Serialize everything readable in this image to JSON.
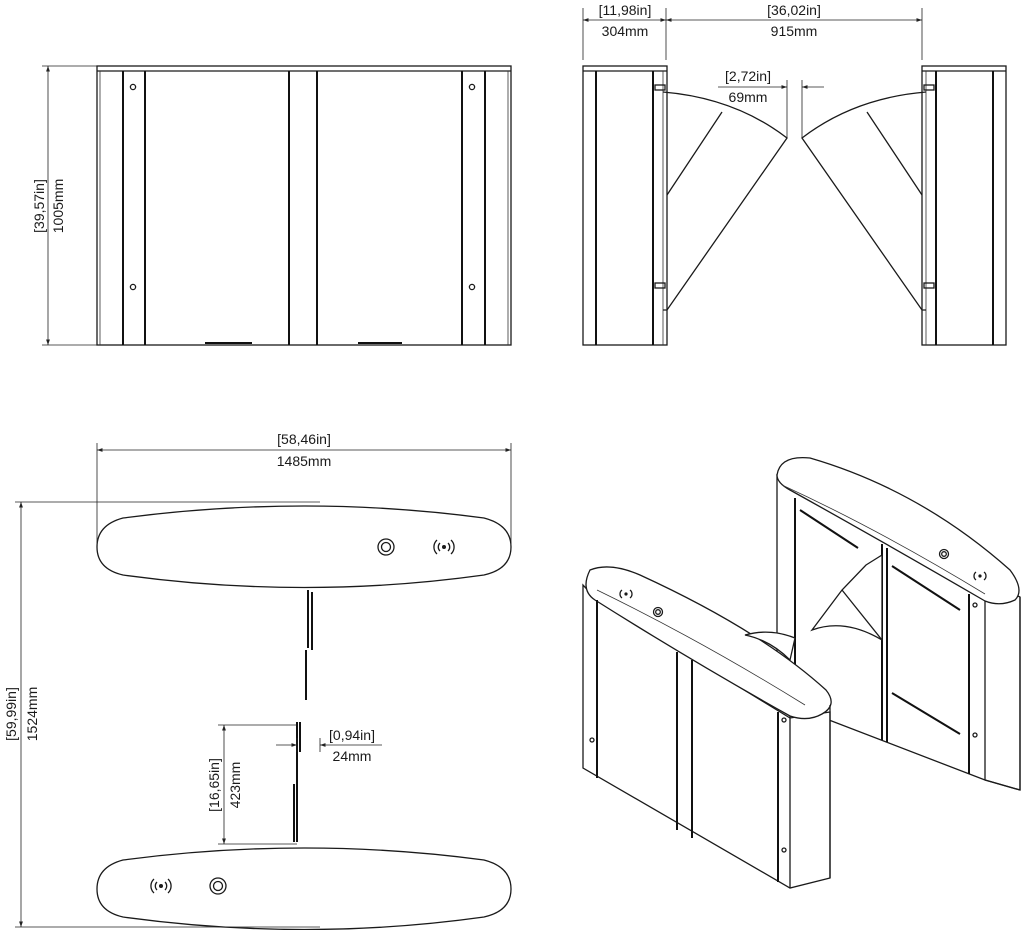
{
  "dimensions": {
    "height": {
      "imperial": "[39,57in]",
      "metric": "1005mm"
    },
    "cabinet_width": {
      "imperial": "[11,98in]",
      "metric": "304mm"
    },
    "passage_width": {
      "imperial": "[36,02in]",
      "metric": "915mm"
    },
    "wing_gap": {
      "imperial": "[2,72in]",
      "metric": "69mm"
    },
    "length": {
      "imperial": "[58,46in]",
      "metric": "1485mm"
    },
    "overall_width": {
      "imperial": "[59,99in]",
      "metric": "1524mm"
    },
    "panel_thickness": {
      "imperial": "[0,94in]",
      "metric": "24mm"
    },
    "wing_depth": {
      "imperial": "[16,65in]",
      "metric": "423mm"
    }
  },
  "colors": {
    "line": "#1a1a1a",
    "background": "#ffffff"
  },
  "icons": [
    "rfid-reader-icon",
    "button-icon"
  ]
}
